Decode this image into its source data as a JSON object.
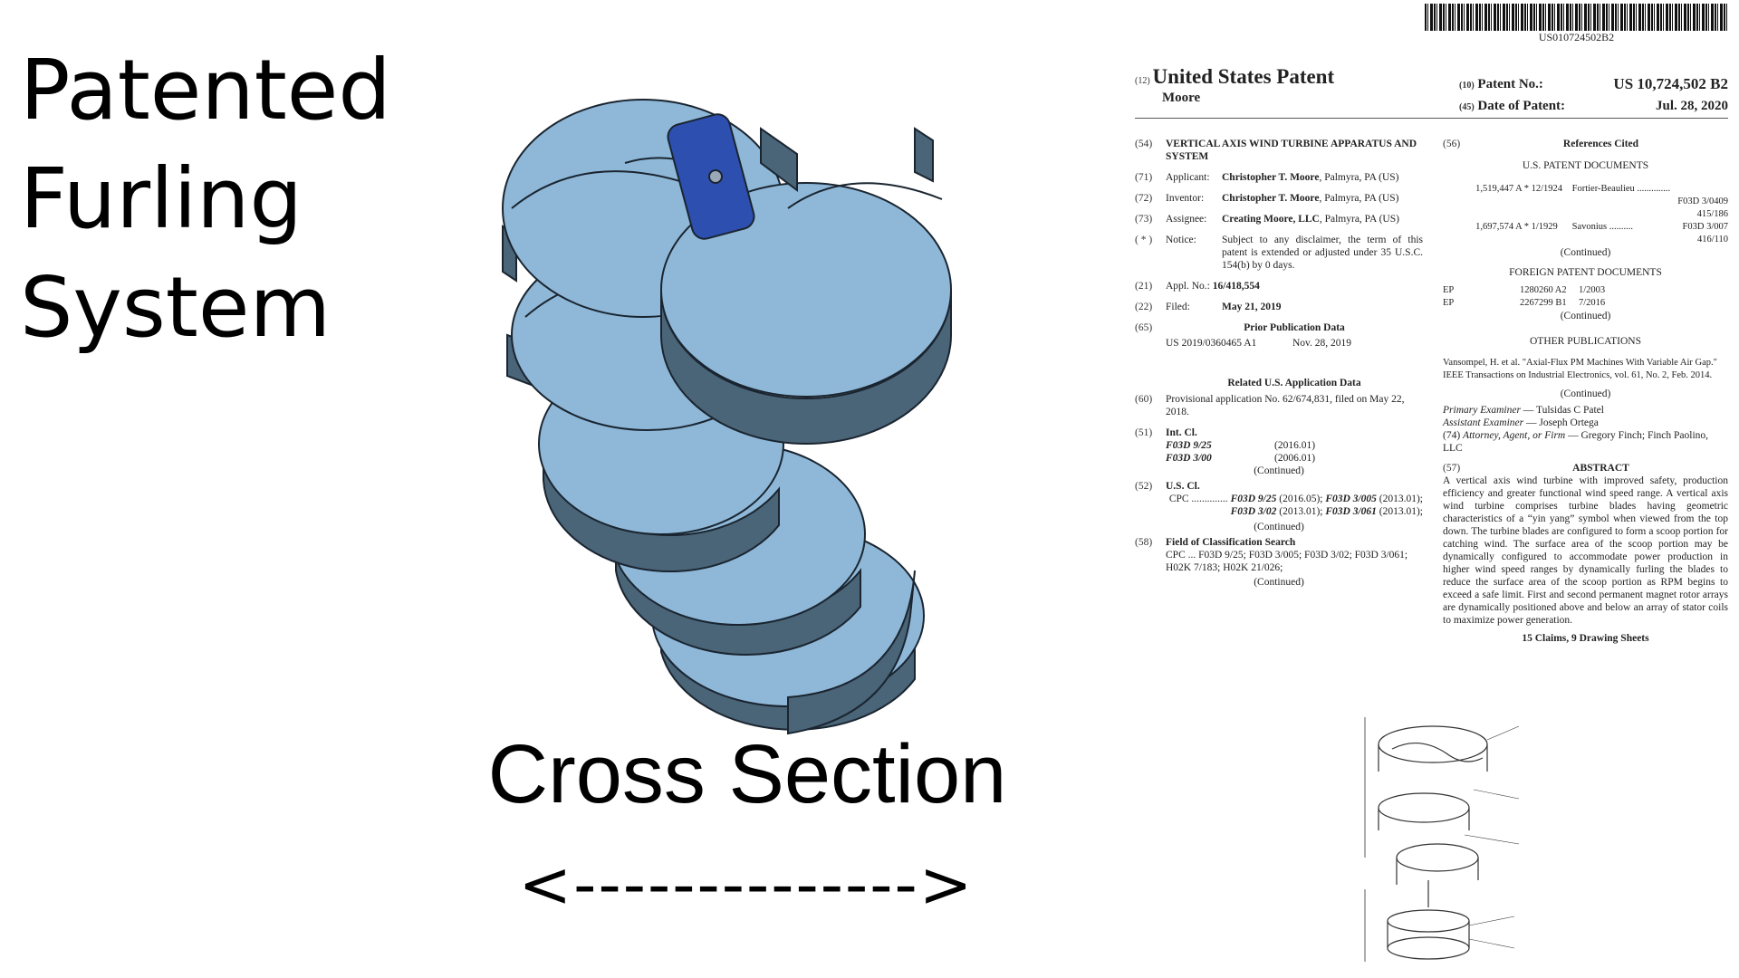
{
  "slide": {
    "title_lines": [
      "Patented",
      "Furling",
      "System"
    ],
    "caption": "Cross Section",
    "arrow": "<-------------->",
    "colors": {
      "disc_top": "#8fb8d8",
      "disc_side": "#4a6478",
      "plate": "#2d4fb0",
      "outline": "#1a2530"
    }
  },
  "patent": {
    "barcode_number": "US010724502B2",
    "type_code": "(12)",
    "type": "United States Patent",
    "inventor_short": "Moore",
    "patent_no_code": "(10)",
    "patent_no_label": "Patent No.:",
    "patent_no": "US 10,724,502 B2",
    "date_code": "(45)",
    "date_label": "Date of Patent:",
    "date": "Jul. 28, 2020",
    "fields": {
      "title": {
        "code": "(54)",
        "value": "VERTICAL AXIS WIND TURBINE APPARATUS AND SYSTEM"
      },
      "applicant": {
        "code": "(71)",
        "label": "Applicant:",
        "name": "Christopher T. Moore",
        "loc": ", Palmyra, PA (US)"
      },
      "inventor": {
        "code": "(72)",
        "label": "Inventor:",
        "name": "Christopher T. Moore",
        "loc": ", Palmyra, PA (US)"
      },
      "assignee": {
        "code": "(73)",
        "label": "Assignee:",
        "name": "Creating Moore, LLC",
        "loc": ", Palmyra, PA (US)"
      },
      "notice": {
        "code": "( * )",
        "label": "Notice:",
        "value": "Subject to any disclaimer, the term of this patent is extended or adjusted under 35 U.S.C. 154(b) by 0 days."
      },
      "appl": {
        "code": "(21)",
        "label": "Appl. No.:",
        "value": "16/418,554"
      },
      "filed": {
        "code": "(22)",
        "label": "Filed:",
        "value": "May 21, 2019"
      },
      "prior": {
        "code": "(65)",
        "heading": "Prior Publication Data",
        "pub": "US 2019/0360465 A1",
        "date": "Nov. 28, 2019"
      },
      "related_heading": "Related U.S. Application Data",
      "provisional": {
        "code": "(60)",
        "value": "Provisional application No. 62/674,831, filed on May 22, 2018."
      },
      "intcl": {
        "code": "(51)",
        "heading": "Int. Cl.",
        "rows": [
          [
            "F03D 9/25",
            "(2016.01)"
          ],
          [
            "F03D 3/00",
            "(2006.01)"
          ]
        ],
        "continued": "(Continued)"
      },
      "uscl": {
        "code": "(52)",
        "heading": "U.S. Cl.",
        "prefix": "CPC ..............",
        "c1": "F03D 9/25",
        "d1": " (2016.05); ",
        "c2": "F03D 3/005",
        "d2": " (2013.01); ",
        "c3": "F03D 3/02",
        "d3": " (2013.01); ",
        "c4": "F03D 3/061",
        "d4": " (2013.01);",
        "continued": "(Continued)"
      },
      "field_search": {
        "code": "(58)",
        "heading": "Field of Classification Search",
        "value": "CPC ... F03D 9/25; F03D 3/005; F03D 3/02; F03D 3/061; H02K 7/183; H02K 21/026;",
        "continued": "(Continued)"
      }
    },
    "refs": {
      "code": "(56)",
      "heading": "References Cited",
      "us_heading": "U.S. PATENT DOCUMENTS",
      "us": [
        {
          "no": "1,519,447 A *",
          "date": "12/1924",
          "name": "Fortier-Beaulieu ..............",
          "cls": "F03D 3/0409",
          "cls2": "415/186"
        },
        {
          "no": "1,697,574 A *",
          "date": "1/1929",
          "name": "Savonius ..........",
          "cls": "F03D 3/007",
          "cls2": "416/110"
        }
      ],
      "continued": "(Continued)",
      "foreign_heading": "FOREIGN PATENT DOCUMENTS",
      "foreign": [
        {
          "country": "EP",
          "no": "1280260 A2",
          "date": "1/2003"
        },
        {
          "country": "EP",
          "no": "2267299 B1",
          "date": "7/2016"
        }
      ],
      "other_heading": "OTHER PUBLICATIONS",
      "other": "Vansompel, H. et al. \"Axial-Flux PM Machines With Variable Air Gap.\" IEEE Transactions on Industrial Electronics, vol. 61, No. 2, Feb. 2014.",
      "primary_label": "Primary Examiner",
      "primary": " — Tulsidas C Patel",
      "assistant_label": "Assistant Examiner",
      "assistant": " — Joseph Ortega",
      "attorney_code": "(74) ",
      "attorney_label": "Attorney, Agent, or Firm",
      "attorney": " — Gregory Finch; Finch Paolino, LLC"
    },
    "abstract": {
      "code": "(57)",
      "heading": "ABSTRACT",
      "text": "A vertical axis wind turbine with improved safety, production efficiency and greater functional wind speed range. A vertical axis wind turbine comprises turbine blades having geometric characteristics of a “yin yang” symbol when viewed from the top down. The turbine blades are configured to form a scoop portion for catching wind. The surface area of the scoop portion may be dynamically configured to accommodate power production in higher wind speed ranges by dynamically furling the blades to reduce the surface area of the scoop portion as RPM begins to exceed a safe limit. First and second permanent magnet rotor arrays are dynamically positioned above and below an array of stator coils to maximize power generation.",
      "claims": "15 Claims, 9 Drawing Sheets"
    }
  }
}
